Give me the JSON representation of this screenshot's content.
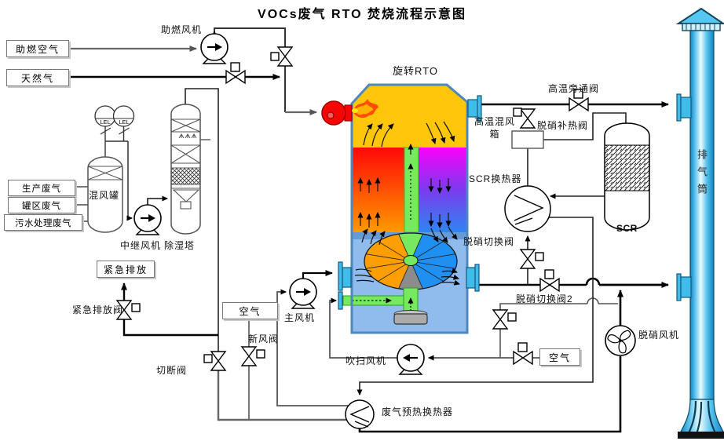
{
  "labels": {
    "title": "VOCs废气 RTO 焚烧流程示意图",
    "fuel_air": "助燃空气",
    "natural_gas": "天然气",
    "fuel_fan": "助燃风机",
    "prod_gas": "生产废气",
    "tank_gas": "罐区废气",
    "sewage_gas": "污水处理废气",
    "mix_tank": "混风罐",
    "relay_fan": "中继风机",
    "dehumid_tower": "除湿塔",
    "lel": "LEL",
    "emergency": "紧急排放",
    "emergency_valve": "紧急排放阀",
    "cutoff_valve": "切断阀",
    "air_left": "空气",
    "fresh_air_valve": "新风阀",
    "main_fan": "主风机",
    "purge_fan": "吹扫风机",
    "rotary_rto": "旋转RTO",
    "ht_bypass_valve": "高温旁通阀",
    "ht_mix_box": "高温混风箱",
    "denox_heat_valve": "脱硝补热阀",
    "scr_hx": "SCR换热器",
    "scr": "SCR",
    "stack": "排气筒",
    "denox_switch_valve": "脱硝切换阀",
    "denox_switch_valve2": "脱硝切换阀2",
    "denox_fan": "脱硝风机",
    "air_right": "空气",
    "preheat_hx": "废气预热换热器"
  },
  "colors": {
    "combustion_chamber_yellow": "#FFC60A",
    "bed_left_top_red": "#FF0808",
    "bed_left_bottom_orange": "#FF9A00",
    "bed_right_top_magenta": "#FB00FB",
    "bed_right_bottom_blue": "#2E86F0",
    "purge_green": "#76E95E",
    "cold_section_blue": "#8FBCEC",
    "wheel_orange": "#FF9E00",
    "wheel_blue": "#1F8FF2",
    "shell_border_blue": "#4E87C0",
    "nozzle_cyan": "#3FBCEA",
    "stack_blue": "#59C2EE",
    "burner_red": "#F50505"
  }
}
